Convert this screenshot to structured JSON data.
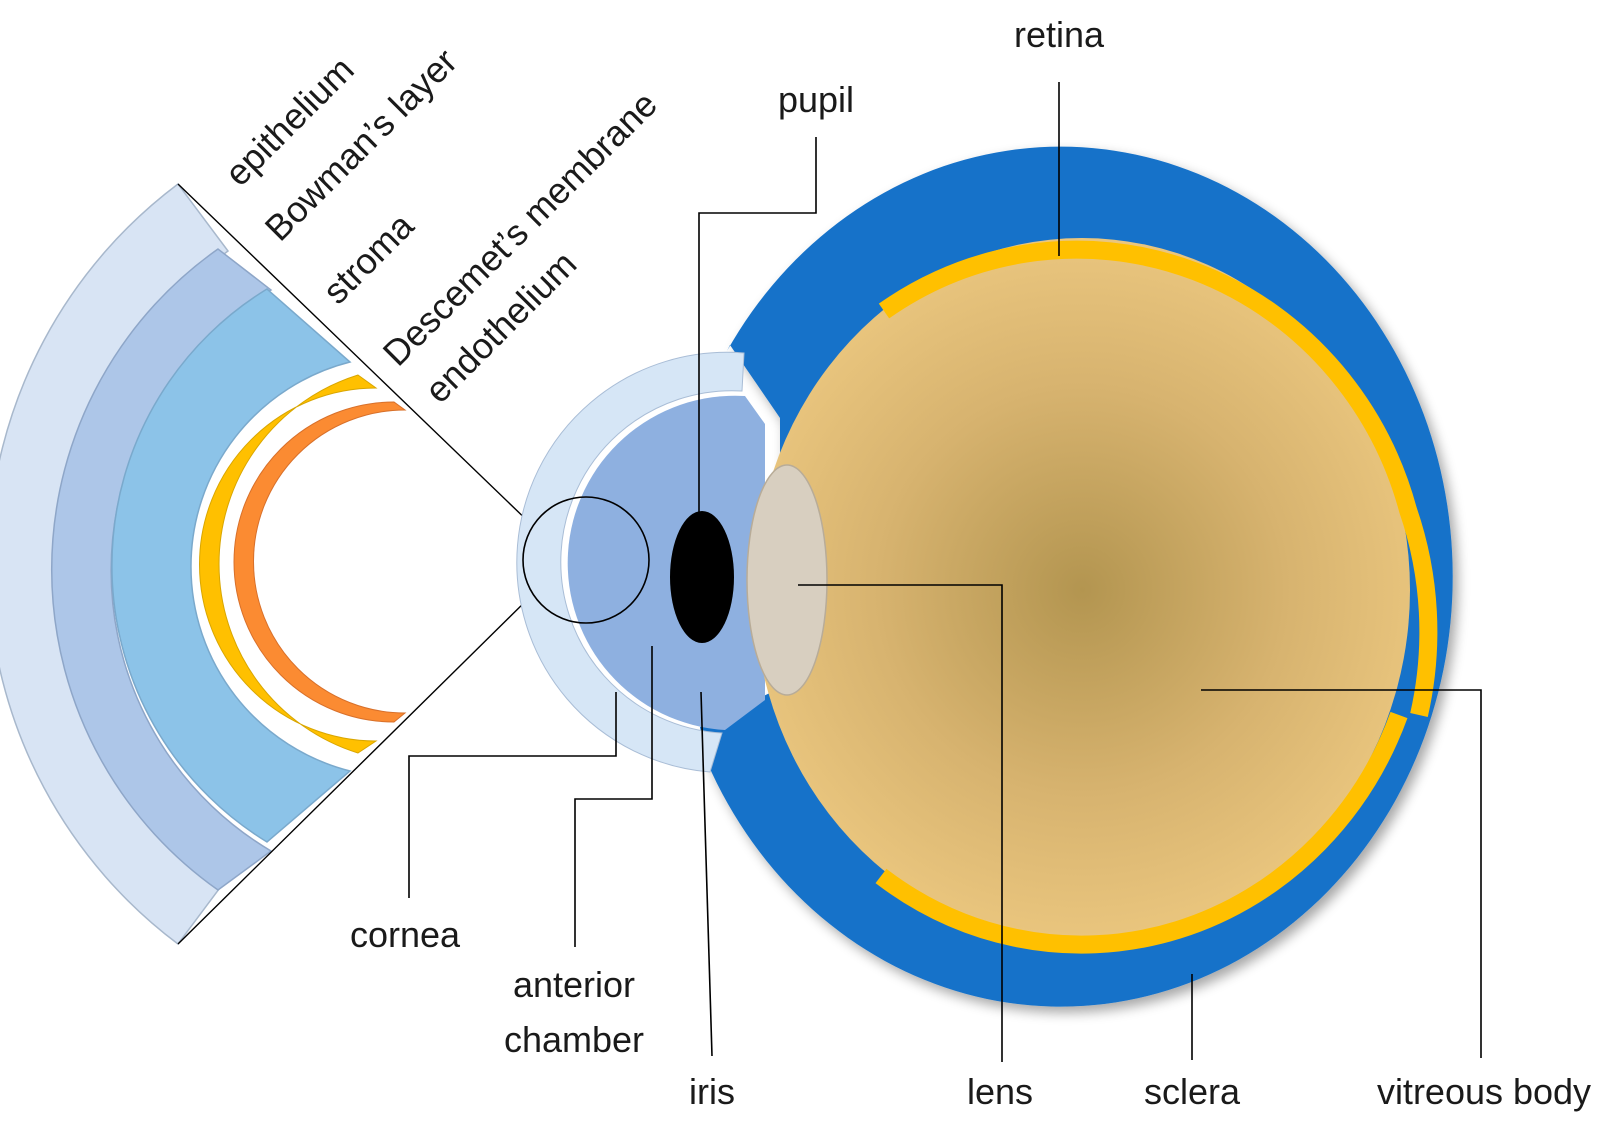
{
  "labels": {
    "epithelium": "epithelium",
    "bowmans_layer": "Bowman’s layer",
    "stroma": "stroma",
    "descemets_membrane": "Descemet’s membrane",
    "endothelium": "endothelium",
    "pupil": "pupil",
    "retina": "retina",
    "cornea": "cornea",
    "anterior_chamber_line1": "anterior",
    "anterior_chamber_line2": "chamber",
    "iris": "iris",
    "lens": "lens",
    "sclera": "sclera",
    "vitreous_body": "vitreous body"
  },
  "colors": {
    "sclera": "#1572c9",
    "retina": "#ffc000",
    "vitreous_center": "#b39550",
    "vitreous_edge": "#ecc880",
    "cornea": "#d6e6f6",
    "iris": "#8eb0e0",
    "pupil": "#000000",
    "lens": "#d8cfc0",
    "epithelium": "#d8e4f4",
    "bowmans_layer": "#adc6e8",
    "stroma": "#8cc3e8",
    "descemets_membrane": "#ffc000",
    "endothelium": "#fb8b32"
  }
}
